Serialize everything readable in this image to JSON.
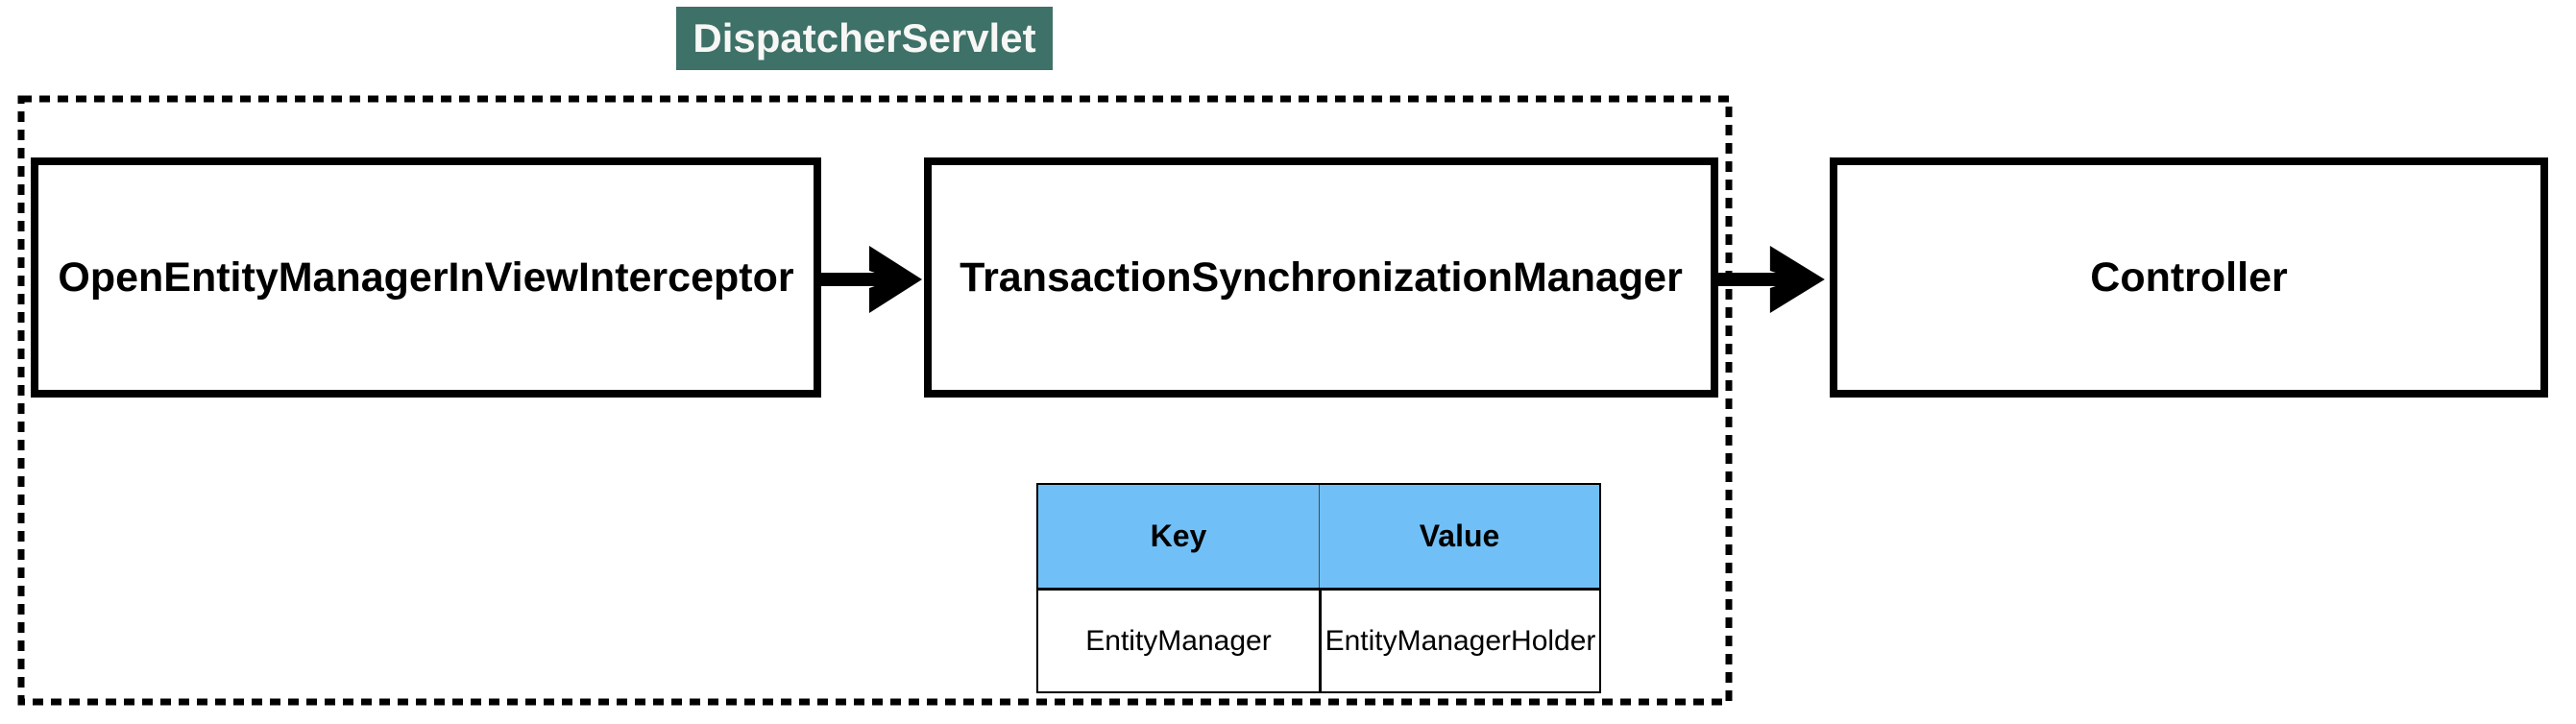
{
  "diagram": {
    "servlet_badge": {
      "label": "DispatcherServlet",
      "bg_color": "#3E7168",
      "text_color": "#FFFFFF"
    },
    "boundary": {
      "style": "dashed",
      "color": "#000000"
    },
    "nodes": [
      {
        "id": "open-entity-manager-in-view-interceptor",
        "label": "OpenEntityManagerInViewInterceptor",
        "inside_boundary": true
      },
      {
        "id": "transaction-synchronization-manager",
        "label": "TransactionSynchronizationManager",
        "inside_boundary": true
      },
      {
        "id": "controller",
        "label": "Controller",
        "inside_boundary": false
      }
    ],
    "arrows": [
      {
        "from": "OpenEntityManagerInViewInterceptor",
        "to": "TransactionSynchronizationManager",
        "direction": "right"
      },
      {
        "from": "TransactionSynchronizationManager",
        "to": "Controller",
        "direction": "right"
      }
    ],
    "table": {
      "header_bg": "#70C0F7",
      "headers": [
        "Key",
        "Value"
      ],
      "rows": [
        [
          "EntityManager",
          "EntityManagerHolder"
        ]
      ]
    },
    "colors": {
      "badge_teal": "#3E7168",
      "table_header_blue": "#70C0F7",
      "line_black": "#000000",
      "background": "#FFFFFF"
    }
  }
}
